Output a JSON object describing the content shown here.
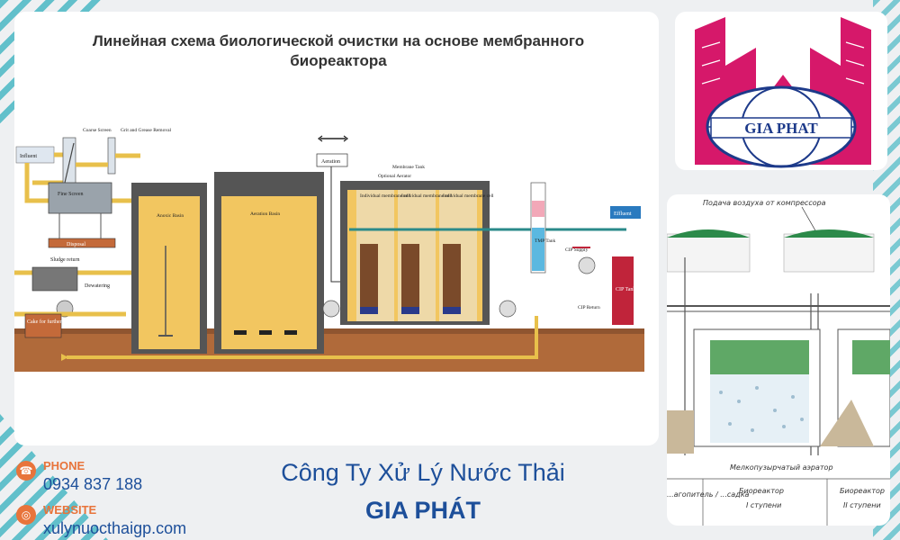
{
  "diagram": {
    "title": "Линейная схема биологической очистки на основе мембранного биореактора",
    "labels": {
      "influent": "Influent",
      "coarse_screen": "Coarse Screen",
      "grit_removal": "Grit and Grease Removal",
      "fine_screen": "Fine Screen",
      "disposal": "Disposal",
      "sludge_return": "Sludge return",
      "dewatering": "Dewatering",
      "cake": "Cake for further Processing",
      "anoxic": "Anoxic Basin",
      "aeration_basin": "Aeration Basin",
      "aeration": "Aeration",
      "membrane_tank": "Membrane Tank",
      "optional": "Optional Aerator",
      "cell": "Individual membrane cell",
      "tmp_tank": "TMP Tank",
      "cip_supply": "CIP Supply",
      "cip_return": "CIP Return",
      "cip_tank": "CIP Tank",
      "effluent": "Effluent"
    }
  },
  "logo": {
    "text": "GIA PHAT"
  },
  "photo": {
    "air_label": "Подача воздуха от компрессора",
    "aerator_label": "Мелкопузырчатый аэратор",
    "col1": "...агопитель / ...садка",
    "col2a": "Биореактор",
    "col2b": "I ступени",
    "col3a": "Биореактор",
    "col3b": "II ступени"
  },
  "contact": {
    "phone_label": "PHONE",
    "phone": "0934 837 188",
    "website_label": "WEBSITE",
    "website": "xulynuocthaigp.com"
  },
  "company": {
    "name": "Công Ty Xử Lý Nước Thải",
    "brand": "GIA PHÁT"
  },
  "colors": {
    "accent": "#1d4f9a",
    "orange": "#e8743b",
    "brand": "#d6186a",
    "teal": "#49b8c4"
  }
}
